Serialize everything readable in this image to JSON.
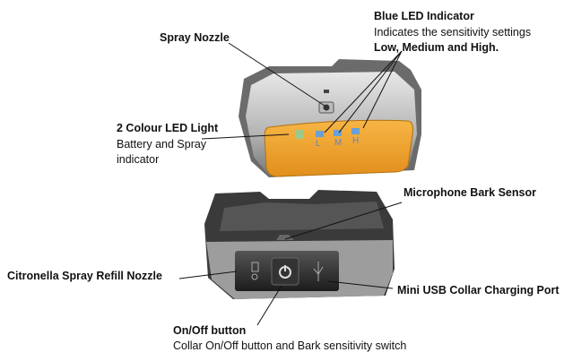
{
  "callouts": {
    "spray_nozzle": {
      "title": "Spray Nozzle"
    },
    "blue_led": {
      "title": "Blue LED Indicator",
      "desc": "Indicates the sensitivity settings",
      "levels": "Low, Medium and High."
    },
    "two_colour_led": {
      "title": "2 Colour LED Light",
      "desc1": "Battery and Spray",
      "desc2": "indicator"
    },
    "microphone": {
      "title": "Microphone Bark Sensor"
    },
    "citronella": {
      "title": "Citronella Spray Refill Nozzle"
    },
    "usb": {
      "title": "Mini USB Collar Charging Port"
    },
    "onoff": {
      "title": "On/Off button",
      "desc": "Collar On/Off button and Bark sensitivity switch"
    }
  },
  "led_labels": [
    "L",
    "M",
    "H"
  ],
  "colors": {
    "panel": "#f0a030",
    "led_green": "#9cc98a",
    "led_blue": "#6a9fd8",
    "body": "#a8a8a8",
    "dark": "#2a2a2a"
  }
}
